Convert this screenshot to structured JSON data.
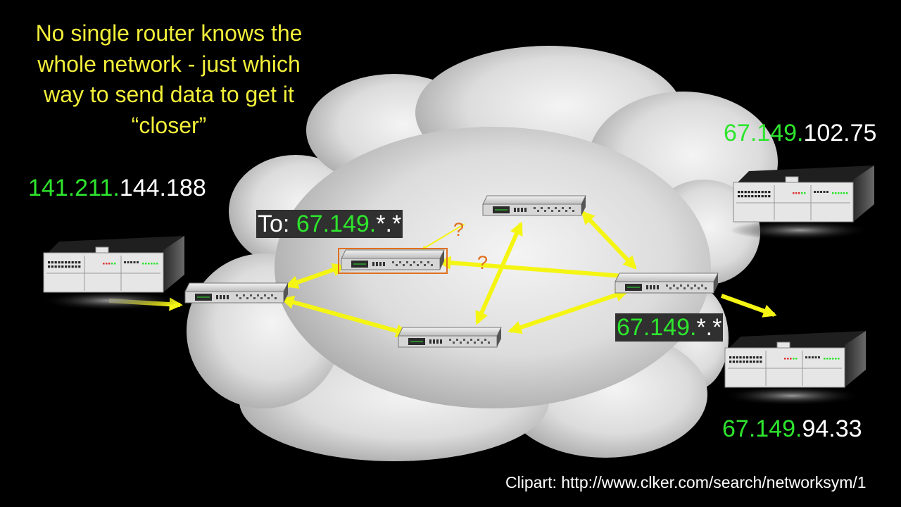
{
  "caption": "No single router knows the whole network - just which way to send data to get it “closer”",
  "source_host": {
    "net": "141.211.",
    "host": "144.188"
  },
  "dest_host_top": {
    "net": "67.149.",
    "host": "102.75"
  },
  "dest_host_bottom": {
    "net": "67.149.",
    "host": "94.33"
  },
  "packet_label": {
    "prefix": "To: ",
    "net": "67.149.",
    "rest": "*.*"
  },
  "route_label": {
    "net": "67.149.",
    "rest": "*.*"
  },
  "question_marks": [
    "?",
    "?"
  ],
  "clipart_credit": "Clipart: http://www.clker.com/search/networksym/1",
  "colors": {
    "background": "#000000",
    "caption_text": "#f2ef3a",
    "network_prefix": "#2ee52e",
    "arrow": "#f5f514",
    "highlight_box": "#e0701f",
    "cloud": "#d9d9d9"
  },
  "icons": [
    "server-icon",
    "switch-icon",
    "cloud-icon",
    "arrow-icon"
  ]
}
